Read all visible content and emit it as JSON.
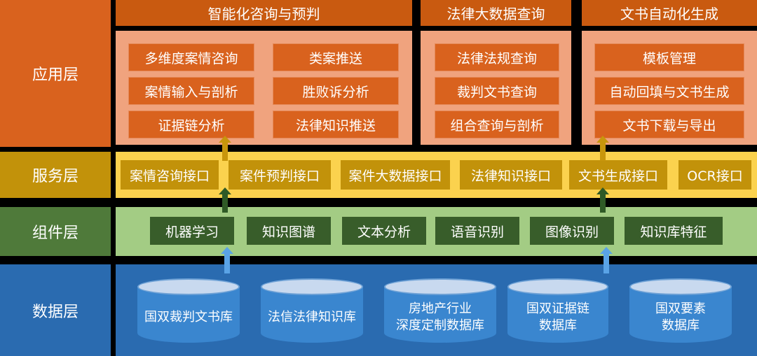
{
  "layers": {
    "app": "应用层",
    "service": "服务层",
    "component": "组件层",
    "data": "数据层"
  },
  "app_groups": [
    {
      "title": "智能化咨询与预判",
      "items": [
        "多维度案情咨询",
        "类案推送",
        "案情输入与剖析",
        "胜败诉分析",
        "证据链分析",
        "法律知识推送"
      ]
    },
    {
      "title": "法律大数据查询",
      "items": [
        "法律法规查询",
        "裁判文书查询",
        "组合查询与剖析"
      ]
    },
    {
      "title": "文书自动化生成",
      "items": [
        "模板管理",
        "自动回填与文书生成",
        "文书下载与导出"
      ]
    }
  ],
  "services": [
    "案情咨询接口",
    "案件预判接口",
    "案件大数据接口",
    "法律知识接口",
    "文书生成接口",
    "OCR接口"
  ],
  "components": [
    "机器学习",
    "知识图谱",
    "文本分析",
    "语音识别",
    "图像识别",
    "知识库特征"
  ],
  "databases": [
    {
      "line1": "国双裁判文书库",
      "line2": ""
    },
    {
      "line1": "法信法律知识库",
      "line2": ""
    },
    {
      "line1": "房地产行业",
      "line2": "深度定制数据库"
    },
    {
      "line1": "国双证据链",
      "line2": "数据库"
    },
    {
      "line1": "国双要素",
      "line2": "数据库"
    }
  ],
  "colors": {
    "app_layer": "#d9621e",
    "service_layer": "#c2920a",
    "component_layer": "#4f7a3a",
    "data_layer": "#2a6bb0",
    "arrow_gold": "#c8960c",
    "arrow_green": "#2f5a26",
    "arrow_blue": "#5aa3e6"
  }
}
